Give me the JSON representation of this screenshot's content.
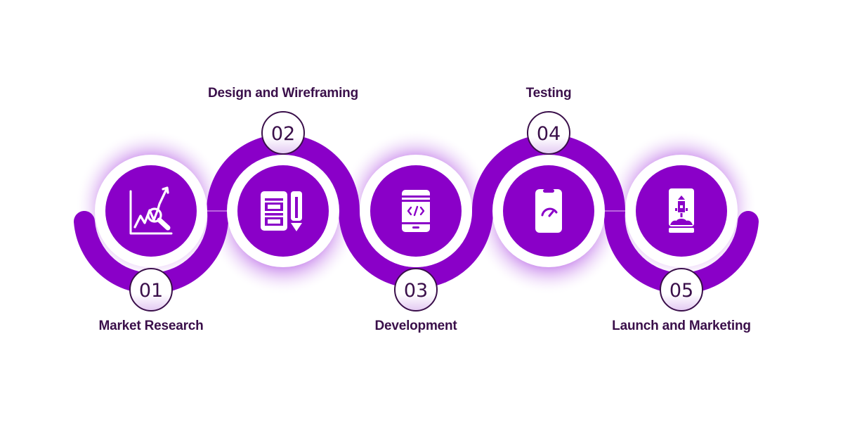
{
  "colors": {
    "purple": "#8a00c8",
    "glow": "#b45ce6",
    "ring": "#ffffff",
    "text": "#3a0f4a",
    "background": "#ffffff"
  },
  "steps": [
    {
      "number": "01",
      "label": "Market Research",
      "icon": "chart-analysis-icon",
      "label_position": "bottom"
    },
    {
      "number": "02",
      "label": "Design and Wireframing",
      "icon": "wireframe-pencil-icon",
      "label_position": "top"
    },
    {
      "number": "03",
      "label": "Development",
      "icon": "mobile-code-icon",
      "label_position": "bottom"
    },
    {
      "number": "04",
      "label": "Testing",
      "icon": "mobile-speedometer-icon",
      "label_position": "top"
    },
    {
      "number": "05",
      "label": "Launch and Marketing",
      "icon": "mobile-rocket-icon",
      "label_position": "bottom"
    }
  ]
}
